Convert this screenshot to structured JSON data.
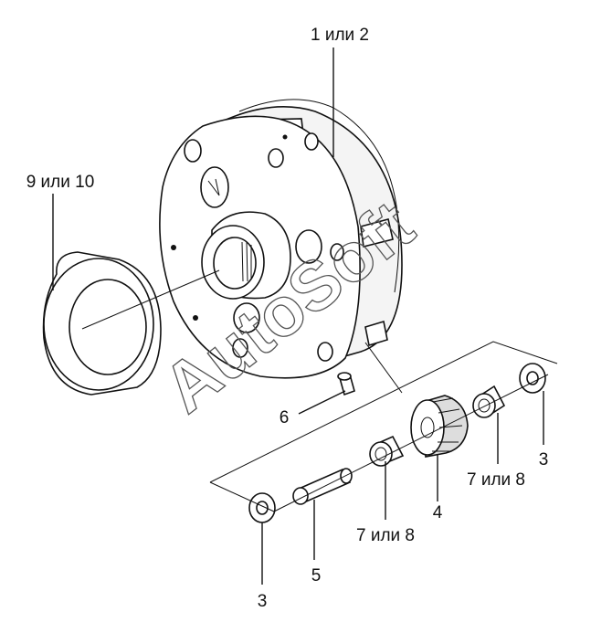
{
  "labels": {
    "housing": "1 или 2",
    "shim": "9 или 10",
    "plug": "6",
    "washer_right": "3",
    "washer_left": "3",
    "bushing_right": "7 или 8",
    "bushing_left": "7 или 8",
    "gear": "4",
    "axle": "5"
  },
  "watermark": "AutoSoft",
  "colors": {
    "line": "#111111",
    "watermark": "#555555",
    "background": "#ffffff"
  }
}
